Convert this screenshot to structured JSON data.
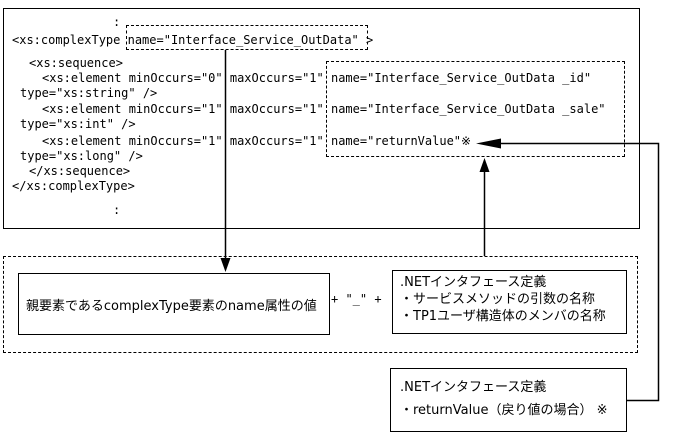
{
  "code": {
    "ellipsis": ":",
    "complexType_open_prefix": "<xs:complexType ",
    "complexType_name_attr": "name=\"Interface_Service_OutData\"",
    "complexType_open_suffix": " >",
    "sequence_open": "<xs:sequence>",
    "element_id_prefix": "<xs:element minOccurs=\"0\" maxOccurs=\"1\" ",
    "element_id_name_attr": "name=\"Interface_Service_OutData _id\"",
    "element_id_type": "type=\"xs:string\" />",
    "element_sale_prefix": "<xs:element minOccurs=\"1\" maxOccurs=\"1\" ",
    "element_sale_name_attr": "name=\"Interface_Service_OutData _sale\"",
    "element_sale_type": "type=\"xs:int\" />",
    "element_return_prefix": "<xs:element minOccurs=\"1\" maxOccurs=\"1\" ",
    "element_return_name_attr": "name=\"returnValue\"",
    "element_return_note_mark": "※",
    "element_return_type": "type=\"xs:long\" />",
    "sequence_close": "</xs:sequence>",
    "complexType_close": "</xs:complexType>"
  },
  "naming_rule": {
    "parent_box_label": "親要素であるcomplexType要素のname属性の値",
    "concat_operator": "+ \"_\" +",
    "net_box": {
      "title": ".NETインタフェース定義",
      "items": [
        "・サービスメソッドの引数の名称",
        "・TP1ユーザ構造体のメンバの名称"
      ]
    }
  },
  "return_note": {
    "title": ".NETインタフェース定義",
    "items": [
      "・returnValue（戻り値の場合） ※"
    ]
  },
  "colors": {
    "foreground": "#000000",
    "background": "#ffffff"
  }
}
